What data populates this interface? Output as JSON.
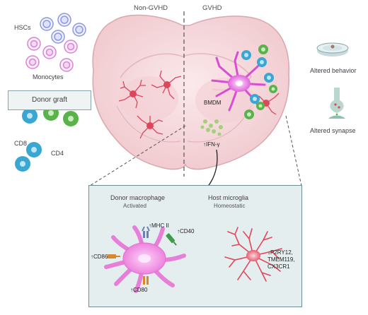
{
  "header": {
    "left": "Non-GVHD",
    "right": "GVHD"
  },
  "left_panel": {
    "hscs": "HSCs",
    "monocytes": "Monocytes",
    "donor_graft": "Donor graft",
    "cd8": "CD8",
    "cd4": "CD4"
  },
  "right_panel": {
    "altered_behavior": "Altered behavior",
    "altered_synapse": "Altered synapse"
  },
  "brain": {
    "bmdm": "BMDM",
    "ifn": "IFN-γ",
    "ifn_arrow": "↑"
  },
  "inset": {
    "macrophage_title": "Donor macrophage",
    "macrophage_sub": "Activated",
    "microglia_title": "Host microglia",
    "microglia_sub": "Homeostatic",
    "mhc": "↑MHC II",
    "cd40": "↑CD40",
    "cd86": "↑CD86",
    "cd80": "↑CD80",
    "markers": [
      "↓P2RY12,",
      "TMEM119,",
      "CX3CR1"
    ]
  },
  "colors": {
    "brain_fill": "#f6dcdf",
    "brain_edge": "#d9a7ae",
    "microglia": "#e0475d",
    "macrophage": "#e77fd9",
    "cd8": "#3aa7d2",
    "cd4": "#5ab34a",
    "hsc": "#9fa8e6",
    "monocyte": "#e48be0",
    "inset_bg": "#e5eeef"
  }
}
